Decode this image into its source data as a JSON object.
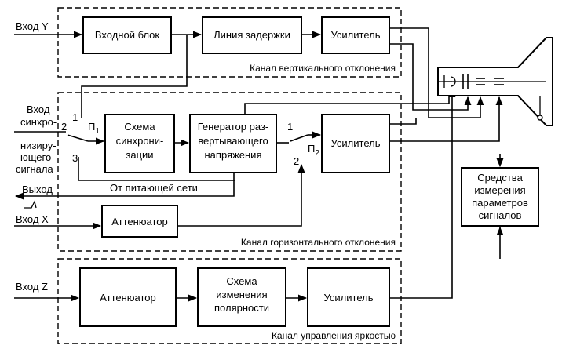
{
  "groups": {
    "vertical": "Канал вертикального отклонения",
    "horizontal": "Канал горизонтального отклонения",
    "brightness": "Канал управления яркостью"
  },
  "inputs": {
    "y": "Вход Y",
    "sync": [
      "Вход",
      "синхро-",
      "низиру-",
      "ющего",
      "сигнала"
    ],
    "output": "Выход",
    "x": "Вход X",
    "z": "Вход Z"
  },
  "blocks": {
    "input_block": "Входной блок",
    "delay_line": "Линия задержки",
    "amp_vertical": "Усилитель",
    "sync_scheme": [
      "Схема",
      "синхрони-",
      "зации"
    ],
    "sweep_generator": [
      "Генератор раз-",
      "вертывающего",
      "напряжения"
    ],
    "amp_horizontal": "Усилитель",
    "attenuator_x": "Аттенюатор",
    "measurement": [
      "Средства",
      "измерения",
      "параметров",
      "сигналов"
    ],
    "attenuator_z": "Аттенюатор",
    "polarity": [
      "Схема",
      "изменения",
      "полярности"
    ],
    "amp_brightness": "Усилитель"
  },
  "labels": {
    "mains": "От питающей сети",
    "switch1": "П",
    "switch1_sub": "1",
    "switch2": "П",
    "switch2_sub": "2",
    "pos_1a": "1",
    "pos_2a": "2",
    "pos_3a": "3",
    "pos_1b": "1",
    "pos_2b": "2"
  }
}
